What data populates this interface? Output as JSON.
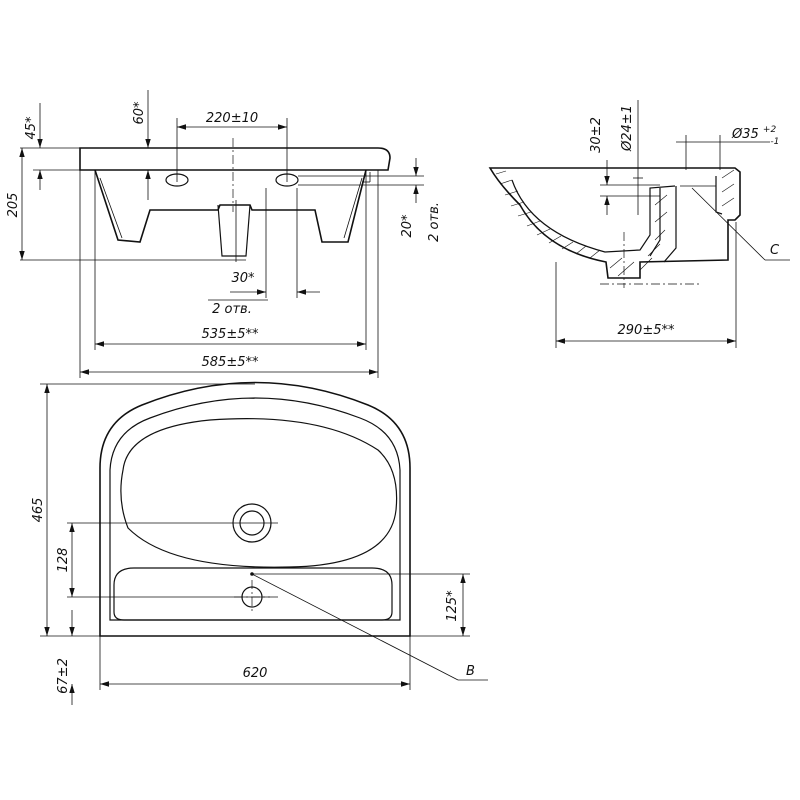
{
  "front_view": {
    "dim_tap_spacing": "220±10",
    "dim_top_45": "45*",
    "dim_60": "60*",
    "dim_height_205": "205",
    "dim_20": "20*",
    "dim_2holes_right": "2 отв.",
    "dim_30": "30*",
    "dim_2holes_bottom": "2 отв.",
    "dim_535": "535±5**",
    "dim_585": "585±5**"
  },
  "side_view": {
    "dim_30_2": "30±2",
    "dim_24": "Ø24±1",
    "dim_35_base": "Ø35",
    "dim_35_tol_upper": "+2",
    "dim_35_tol_lower": "-1",
    "label_c": "C",
    "dim_290": "290±5**"
  },
  "top_view": {
    "dim_465": "465",
    "dim_128": "128",
    "dim_67": "67±2",
    "dim_620": "620",
    "dim_125": "125*",
    "label_b": "B"
  }
}
